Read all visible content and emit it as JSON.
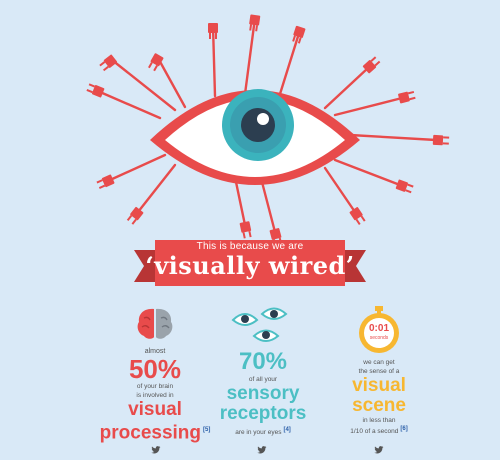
{
  "banner": {
    "small_text": "This is because we are",
    "big_text": "‘visually wired’"
  },
  "stats": [
    {
      "icon": "brain-icon",
      "pre": "almost",
      "value": "50%",
      "line1": "of your brain",
      "line2": "is involved in",
      "big1": "visual",
      "big2": "processing",
      "ref": "[5]",
      "share": "twitter-icon"
    },
    {
      "icon": "eyes-icon",
      "value": "70%",
      "line1": "of all your",
      "big1": "sensory",
      "big2": "receptors",
      "line2": "are in your eyes",
      "ref": "[4]",
      "share": "twitter-icon"
    },
    {
      "icon": "stopwatch-icon",
      "timer_value": "0:01",
      "timer_unit": "seconds",
      "line1": "we can get",
      "line2": "the sense of a",
      "big1": "visual",
      "big2": "scene",
      "line3": "in less than",
      "line4": "1/10 of a second",
      "ref": "[6]",
      "share": "twitter-icon"
    }
  ],
  "colors": {
    "background": "#d9e9f7",
    "red": "#e84b4b",
    "teal": "#4cbfc4",
    "yellow": "#f7b731"
  }
}
